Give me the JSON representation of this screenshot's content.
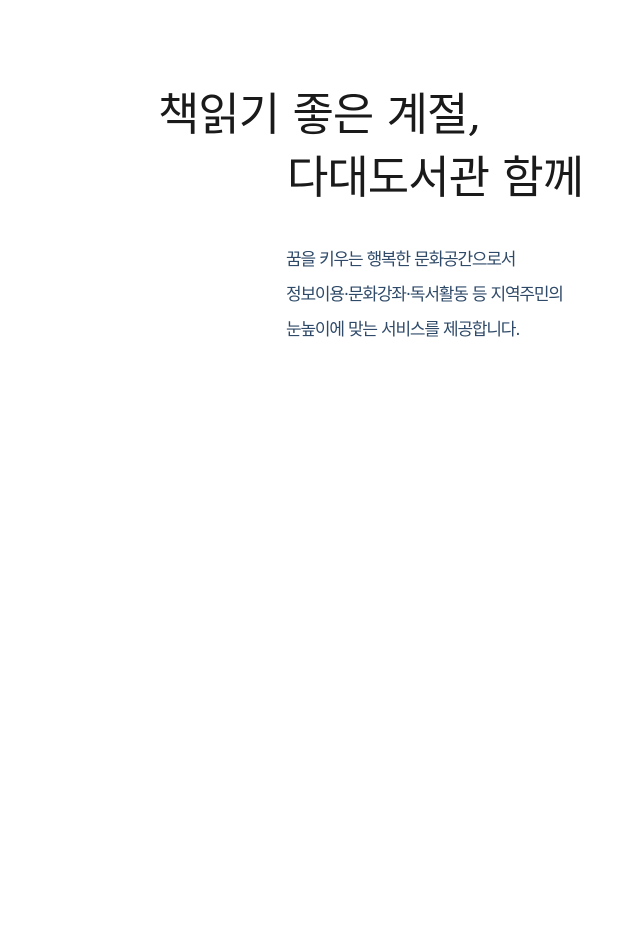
{
  "hero": {
    "headline": {
      "line1": "책읽기 좋은 계절,",
      "line2": "다대도서관 함께"
    },
    "description": {
      "line1": "꿈을 키우는 행복한 문화공간으로서",
      "line2": "정보이용·문화강좌·독서활동 등 지역주민의",
      "line3": "눈높이에 맞는 서비스를 제공합니다."
    }
  },
  "colors": {
    "headline": "#1a1a1a",
    "description": "#2f4a68",
    "background": "#ffffff"
  }
}
